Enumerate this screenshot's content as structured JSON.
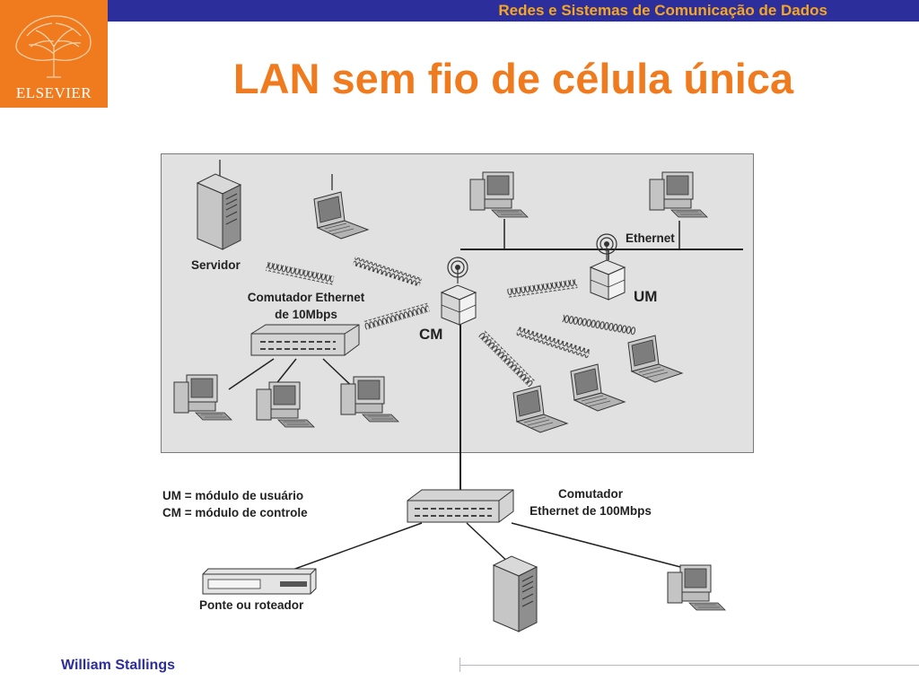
{
  "header": {
    "course_title": "Redes e Sistemas de Comunicação de Dados"
  },
  "logo": {
    "publisher": "ELSEVIER",
    "color": "#f07b1f"
  },
  "slide": {
    "title": "LAN sem fio de célula única"
  },
  "diagram": {
    "labels": {
      "server": "Servidor",
      "switch10_line1": "Comutador Ethernet",
      "switch10_line2": "de 10Mbps",
      "ethernet": "Ethernet",
      "um": "UM",
      "cm": "CM",
      "switch100_line1": "Comutador",
      "switch100_line2": "Ethernet de 100Mbps",
      "bridge": "Ponte ou roteador"
    },
    "legend": {
      "um": "UM = módulo de usuário",
      "cm": "CM = módulo de controle"
    }
  },
  "footer": {
    "author": "William Stallings"
  },
  "colors": {
    "header_bar": "#2c2e9c",
    "accent": "#f5a623",
    "title": "#f07b1f",
    "panel": "#e1e1e1"
  }
}
